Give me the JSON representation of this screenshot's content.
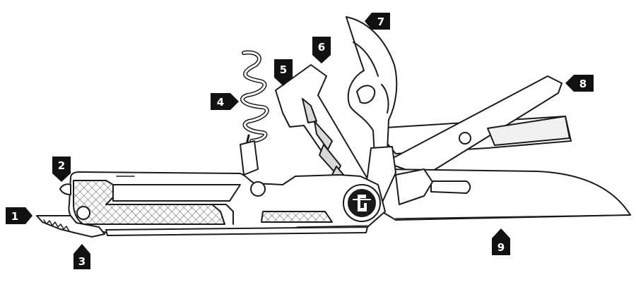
{
  "colors": {
    "outline": "#1a1a1a",
    "fill": "#ffffff",
    "shade": "#d9d9d9",
    "callout_bg": "#111111",
    "callout_text": "#ffffff"
  },
  "logo": {
    "mark": "gerber-g-logo"
  },
  "callouts": [
    {
      "label": "1"
    },
    {
      "label": "2"
    },
    {
      "label": "3"
    },
    {
      "label": "4"
    },
    {
      "label": "5"
    },
    {
      "label": "6"
    },
    {
      "label": "7"
    },
    {
      "label": "8"
    },
    {
      "label": "9"
    }
  ]
}
